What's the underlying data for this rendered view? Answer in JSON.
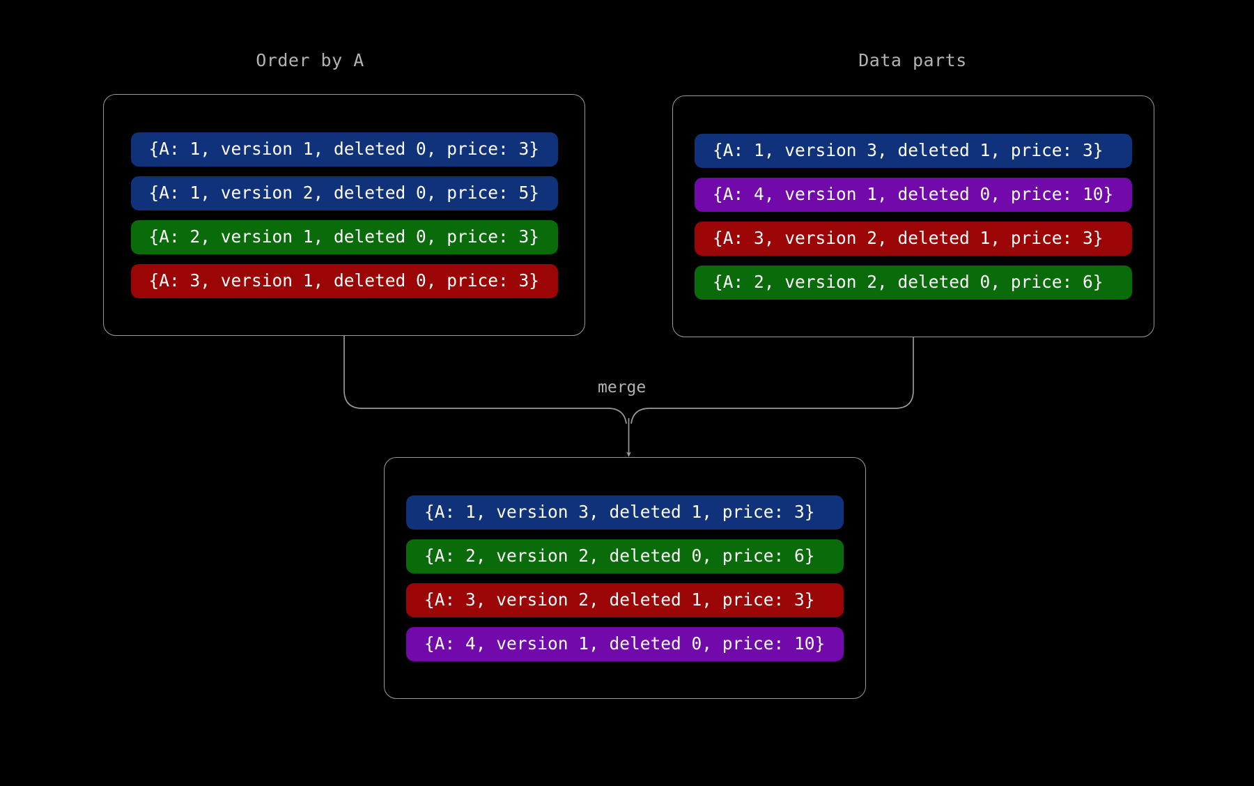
{
  "canvas": {
    "background": "#000000",
    "line_color": "#9a9a9a",
    "label_color": "#b3b3b3",
    "text_color": "#ffffff"
  },
  "palette": {
    "blue": "#10327a",
    "green": "#0a6b0a",
    "red": "#9c0505",
    "purple": "#7209ab"
  },
  "groups": {
    "order_by": {
      "title": "Order by A",
      "rows": [
        {
          "text": "{A: 1, version 1, deleted 0, price: 3}",
          "color": "blue"
        },
        {
          "text": "{A: 1, version 2, deleted 0, price: 5}",
          "color": "blue"
        },
        {
          "text": "{A: 2, version 1, deleted 0, price: 3}",
          "color": "green"
        },
        {
          "text": "{A: 3, version 1, deleted 0, price: 3}",
          "color": "red"
        }
      ]
    },
    "data_parts": {
      "title": "Data parts",
      "rows": [
        {
          "text": "{A: 1, version 3, deleted 1, price: 3}",
          "color": "blue"
        },
        {
          "text": "{A: 4, version 1, deleted 0, price: 10}",
          "color": "purple"
        },
        {
          "text": "{A: 3, version 2, deleted 1, price: 3}",
          "color": "red"
        },
        {
          "text": "{A: 2, version 2, deleted 0, price: 6}",
          "color": "green"
        }
      ]
    },
    "merged": {
      "title": "",
      "rows": [
        {
          "text": "{A: 1, version 3, deleted 1, price: 3}",
          "color": "blue"
        },
        {
          "text": "{A: 2, version 2, deleted 0, price: 6}",
          "color": "green"
        },
        {
          "text": "{A: 3, version 2, deleted 1, price: 3}",
          "color": "red"
        },
        {
          "text": "{A: 4, version 1, deleted 0, price: 10}",
          "color": "purple"
        }
      ]
    }
  },
  "edges": {
    "merge_label": "merge"
  }
}
